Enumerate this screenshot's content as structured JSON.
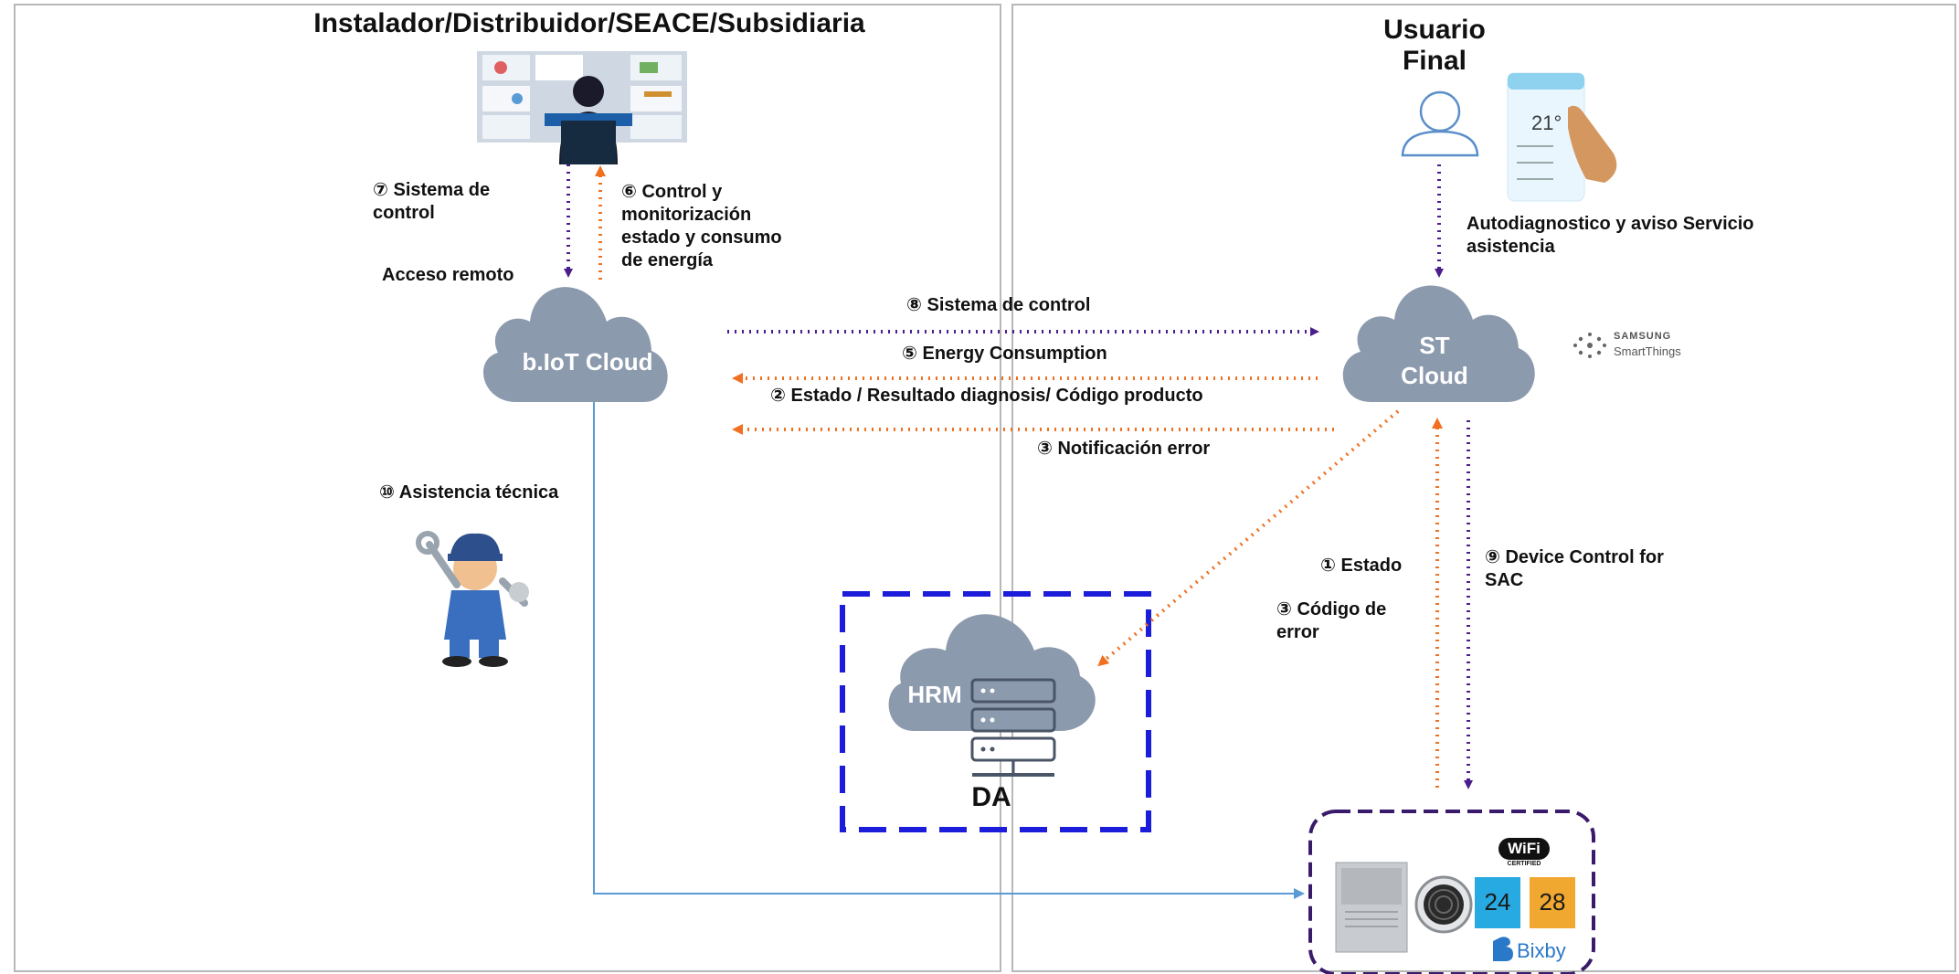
{
  "panels": {
    "left_title": "Instalador/Distribuidor/SEACE/Subsidiaria",
    "right_title": "Usuario\nFinal"
  },
  "clouds": {
    "biot": "b.IoT Cloud",
    "st": "ST\nCloud",
    "hrm": "HRM"
  },
  "da_label": "DA",
  "smartthings_logo": [
    "SAMSUNG",
    "SmartThings"
  ],
  "app_screen_temp": "21°",
  "device_box": {
    "wifi_logo": "WiFi",
    "wifi_certified": "CERTIFIED",
    "thermostat_blue": "24",
    "thermostat_orange": "28",
    "bixby": "Bixby"
  },
  "labels": {
    "sistema_control_7": "⑦ Sistema de\ncontrol",
    "acceso_remoto": "Acceso remoto",
    "control_monitorizacion_6": "⑥ Control y\nmonitorización\nestado y consumo\nde energía",
    "autodiagnostico": "Autodiagnostico y aviso Servicio\nasistencia",
    "sistema_control_8": "⑧ Sistema de control",
    "energy_consumption_5": "⑤ Energy Consumption",
    "estado_resultado_2": "② Estado / Resultado diagnosis/ Código producto",
    "notificacion_error_3": "③ Notificación error",
    "asistencia_tecnica_10": "⑩ Asistencia técnica",
    "estado_1": "① Estado",
    "codigo_error_3": "③ Código de\nerror",
    "device_control_9": "⑨ Device Control for\nSAC"
  },
  "colors": {
    "purple_arrow": "#4b1e8c",
    "orange_arrow": "#f07020",
    "cloud": "#8c9aae",
    "panel_border": "#b8b8b8",
    "da_border": "#1c1cdb",
    "device_border": "#3a1a6a",
    "blue_line": "#5b9bd5"
  }
}
